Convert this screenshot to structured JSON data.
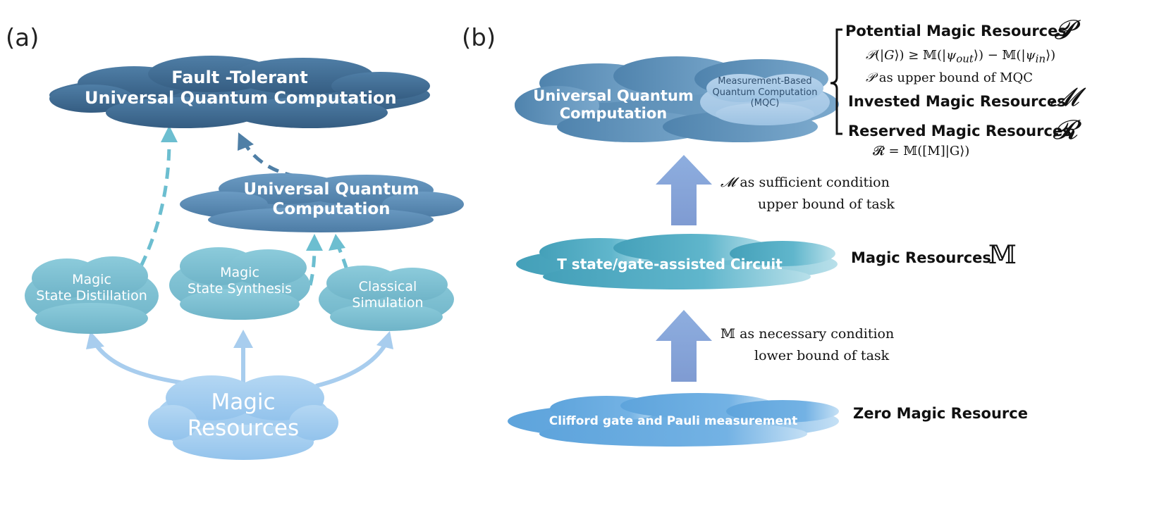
{
  "panel_a": {
    "label": "(a)",
    "top_cloud": {
      "line1": "Fault -Tolerant",
      "line2": "Universal Quantum Computation"
    },
    "mid_cloud": {
      "line1": "Universal Quantum",
      "line2": "Computation"
    },
    "distillation": {
      "line1": "Magic",
      "line2": "State Distillation"
    },
    "synthesis": {
      "line1": "Magic",
      "line2": "State Synthesis"
    },
    "simulation": {
      "line1": "Classical",
      "line2": "Simulation"
    },
    "resources": {
      "line1": "Magic",
      "line2": "Resources"
    }
  },
  "panel_b": {
    "label": "(b)",
    "uqc": {
      "line1": "Universal Quantum",
      "line2": "Computation"
    },
    "mqc": {
      "line1": "Measurement-Based",
      "line2": "Quantum Computation",
      "line3": "(MQC)"
    },
    "tstate": "T state/gate-assisted Circuit",
    "clifford": "Clifford gate and Pauli measurement",
    "arrow_upper_text": {
      "line1": "as sufficient condition",
      "line2": "upper bound of task",
      "symbol": "𝓜"
    },
    "arrow_lower_text": {
      "line1": "as necessary condition",
      "line2": "lower bound of task",
      "symbol": "𝕄"
    },
    "potential": {
      "label": "Potential Magic Resources",
      "symbol": "𝓟",
      "formula": "𝒫(|G⟩) ≥ 𝕄(|ψ<sub>out</sub>⟩) − 𝕄(|ψ<sub>in</sub>⟩)",
      "note": "as upper bound of MQC",
      "note_symbol": "𝒫"
    },
    "invested": {
      "label": "Invested Magic Resources",
      "symbol": "𝓜"
    },
    "reserved": {
      "label": "Reserved Magic Resources",
      "symbol": "𝓡",
      "formula": "𝓡 = 𝕄([M]|G⟩)"
    },
    "magic": {
      "label": "Magic Resources",
      "symbol": "𝕄"
    },
    "zero": {
      "label": "Zero Magic Resource"
    }
  },
  "colors": {
    "dark_cloud": "#3f6a8f",
    "mid_cloud": "#5c8bb2",
    "teal_cloud": "#7cbfd2",
    "light_cloud": "#9dc8ee",
    "t_state_cloud": "#52aec6",
    "clifford_cloud": "#6aacdf",
    "block_arrow": "#8ea6d8",
    "dashed_teal": "#6cbed0",
    "dashed_dark": "#4f7fa6",
    "solid_arrow": "#a8cdee"
  }
}
